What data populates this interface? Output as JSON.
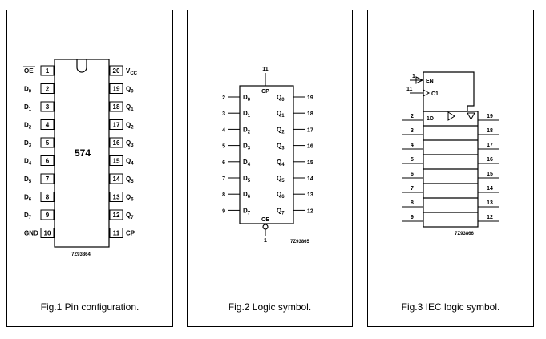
{
  "fig1": {
    "caption": "Fig.1  Pin configuration.",
    "chip_label": "574",
    "code": "7Z93864",
    "left_pins": [
      {
        "num": "1",
        "name": "OE",
        "overbar": true
      },
      {
        "num": "2",
        "name": "D",
        "sub": "0"
      },
      {
        "num": "3",
        "name": "D",
        "sub": "1"
      },
      {
        "num": "4",
        "name": "D",
        "sub": "2"
      },
      {
        "num": "5",
        "name": "D",
        "sub": "3"
      },
      {
        "num": "6",
        "name": "D",
        "sub": "4"
      },
      {
        "num": "7",
        "name": "D",
        "sub": "5"
      },
      {
        "num": "8",
        "name": "D",
        "sub": "6"
      },
      {
        "num": "9",
        "name": "D",
        "sub": "7"
      },
      {
        "num": "10",
        "name": "GND"
      }
    ],
    "right_pins": [
      {
        "num": "20",
        "name": "V",
        "sub": "CC"
      },
      {
        "num": "19",
        "name": "Q",
        "sub": "0"
      },
      {
        "num": "18",
        "name": "Q",
        "sub": "1"
      },
      {
        "num": "17",
        "name": "Q",
        "sub": "2"
      },
      {
        "num": "16",
        "name": "Q",
        "sub": "3"
      },
      {
        "num": "15",
        "name": "Q",
        "sub": "4"
      },
      {
        "num": "14",
        "name": "Q",
        "sub": "5"
      },
      {
        "num": "13",
        "name": "Q",
        "sub": "6"
      },
      {
        "num": "12",
        "name": "Q",
        "sub": "7"
      },
      {
        "num": "11",
        "name": "CP"
      }
    ]
  },
  "fig2": {
    "caption": "Fig.2  Logic symbol.",
    "code": "7Z93865",
    "cp_label": "CP",
    "cp_pin": "11",
    "oe_label": "OE",
    "oe_pin": "1",
    "inputs": [
      {
        "num": "2",
        "name": "D",
        "sub": "0"
      },
      {
        "num": "3",
        "name": "D",
        "sub": "1"
      },
      {
        "num": "4",
        "name": "D",
        "sub": "2"
      },
      {
        "num": "5",
        "name": "D",
        "sub": "3"
      },
      {
        "num": "6",
        "name": "D",
        "sub": "4"
      },
      {
        "num": "7",
        "name": "D",
        "sub": "5"
      },
      {
        "num": "8",
        "name": "D",
        "sub": "6"
      },
      {
        "num": "9",
        "name": "D",
        "sub": "7"
      }
    ],
    "outputs": [
      {
        "num": "19",
        "name": "Q",
        "sub": "0"
      },
      {
        "num": "18",
        "name": "Q",
        "sub": "1"
      },
      {
        "num": "17",
        "name": "Q",
        "sub": "2"
      },
      {
        "num": "16",
        "name": "Q",
        "sub": "3"
      },
      {
        "num": "15",
        "name": "Q",
        "sub": "4"
      },
      {
        "num": "14",
        "name": "Q",
        "sub": "5"
      },
      {
        "num": "13",
        "name": "Q",
        "sub": "6"
      },
      {
        "num": "12",
        "name": "Q",
        "sub": "7"
      }
    ]
  },
  "fig3": {
    "caption": "Fig.3  IEC logic symbol.",
    "code": "7Z93866",
    "en_label": "EN",
    "c1_label": "C1",
    "d_label": "1D",
    "en_pin": "1",
    "c1_pin": "11",
    "inputs": [
      "2",
      "3",
      "4",
      "5",
      "6",
      "7",
      "8",
      "9"
    ],
    "outputs": [
      "19",
      "18",
      "17",
      "16",
      "15",
      "14",
      "13",
      "12"
    ]
  }
}
